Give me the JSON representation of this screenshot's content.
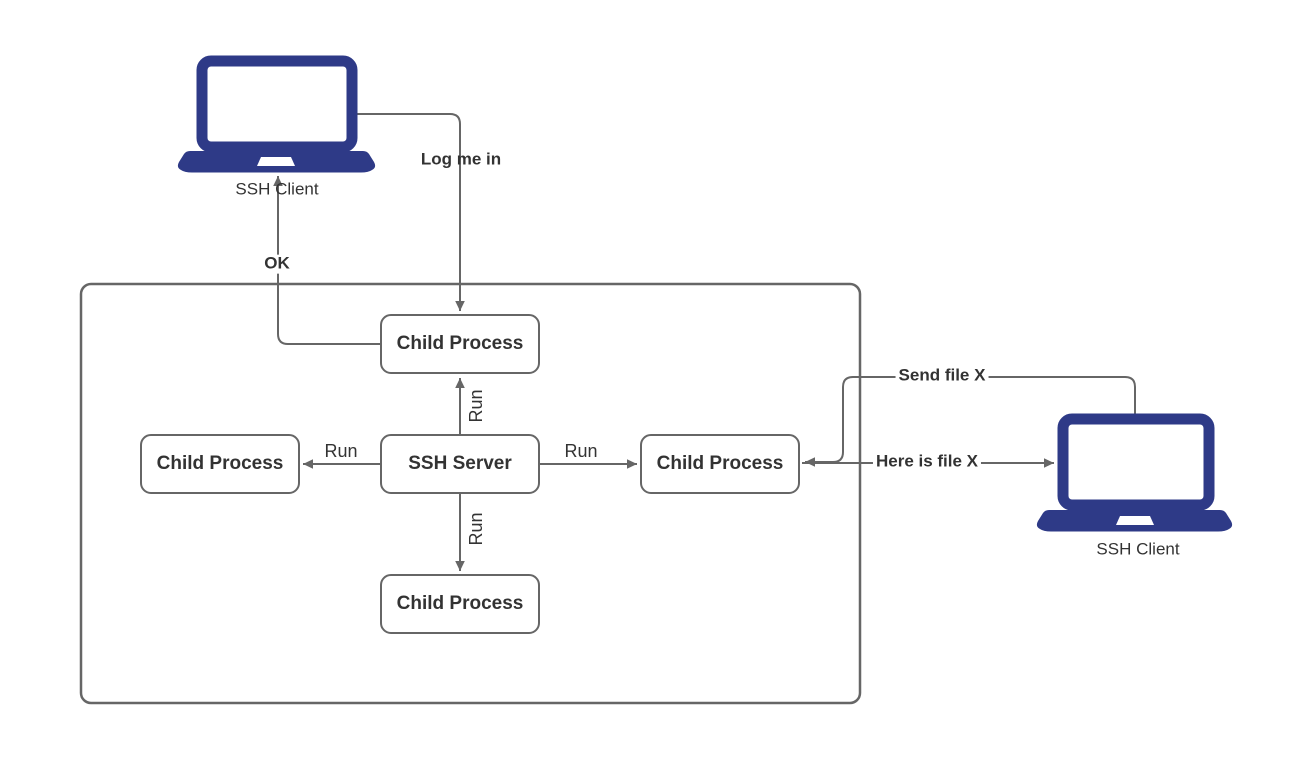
{
  "diagram": {
    "server": {
      "label": "SSH Server"
    },
    "child_processes": [
      {
        "position": "top",
        "label": "Child Process"
      },
      {
        "position": "left",
        "label": "Child Process"
      },
      {
        "position": "right",
        "label": "Child Process"
      },
      {
        "position": "bottom",
        "label": "Child Process"
      }
    ],
    "clients": [
      {
        "position": "top-left",
        "label": "SSH Client"
      },
      {
        "position": "right",
        "label": "SSH Client"
      }
    ],
    "edge_labels": {
      "log_me_in": "Log me in",
      "ok": "OK",
      "send_file": "Send file X",
      "here_is_file": "Here is file X",
      "run_left": "Run",
      "run_right": "Run",
      "run_up": "Run",
      "run_down": "Run"
    },
    "colors": {
      "laptop_fill": "#2E3A87",
      "connector": "#666666",
      "node_border": "#666666",
      "text_color": "#333333"
    }
  }
}
